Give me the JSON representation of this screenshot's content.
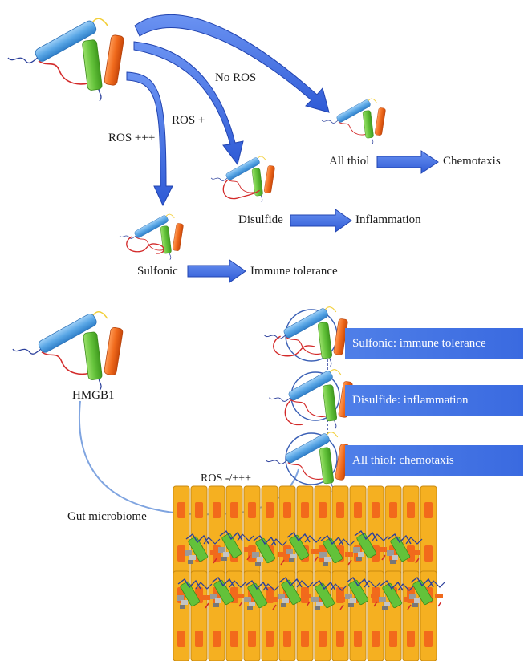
{
  "labels": {
    "no_ros": "No ROS",
    "ros_plus": "ROS +",
    "ros_plus3": "ROS +++",
    "all_thiol": "All thiol",
    "chemotaxis": "Chemotaxis",
    "disulfide": "Disulfide",
    "inflammation": "Inflammation",
    "sulfonic": "Sulfonic",
    "immune_tolerance": "Immune tolerance",
    "hmgb1": "HMGB1",
    "ros_range": "ROS -/+++",
    "gut_microbiome": "Gut microbiome"
  },
  "banners": {
    "sulfonic": "Sulfonic: immune tolerance",
    "disulfide": "Disulfide: inflammation",
    "all_thiol": "All thiol: chemotaxis"
  },
  "colors": {
    "helix_blue": "#5aa7e6",
    "helix_green": "#63c23a",
    "helix_orange": "#f06a1c",
    "arrow_blue": "#3a67e0",
    "tail_red": "#d32a2a",
    "tail_navy": "#2b3f9b",
    "linker_yellow": "#f2cf3a",
    "epithelium": "#f5b021",
    "nucleus": "#f26a1b"
  }
}
